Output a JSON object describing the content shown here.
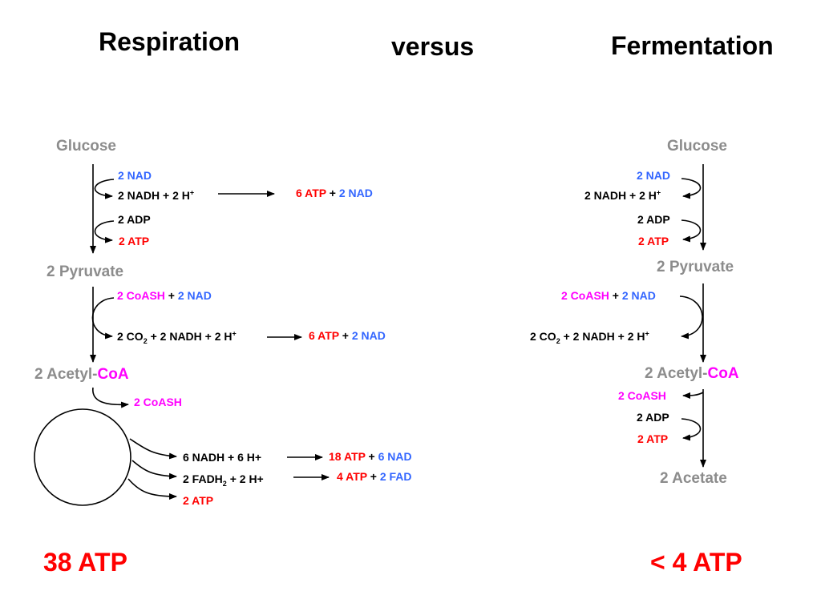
{
  "colors": {
    "atp": "#ff0000",
    "nad": "#3366ff",
    "coash": "#ff00ff",
    "node": "#8c8c8c",
    "text": "#000000"
  },
  "headings": {
    "respiration": "Respiration",
    "versus": "versus",
    "fermentation": "Fermentation"
  },
  "respiration": {
    "glucose": "Glucose",
    "nad_in": "2 NAD",
    "nadh_out": "2 NADH + 2 H",
    "nadh_sup": "+",
    "nadh_yield_atp": "6 ATP",
    "nadh_yield_plus": "+",
    "nadh_yield_nad": "2 NAD",
    "adp": "2 ADP",
    "atp": "2 ATP",
    "pyruvate": "2 Pyruvate",
    "coash_in": "2 CoASH",
    "coash_plus": "+",
    "coash_nad": "2 NAD",
    "co2_a": "2 CO",
    "co2_sub": "2",
    "co2_b": " + 2 NADH + 2 H",
    "co2_sup": "+",
    "co2_yield_atp": "6 ATP",
    "co2_yield_plus": "+",
    "co2_yield_nad": "2 NAD",
    "acetyl_prefix": "2 Acetyl-",
    "acetyl_coa": "CoA",
    "coash_out": "2 CoASH",
    "cycle_nadh": "6 NADH + 6 H+",
    "cycle_nadh_atp": "18 ATP",
    "cycle_nadh_plus": "+",
    "cycle_nadh_nad": "6 NAD",
    "cycle_fadh_a": "2 FADH",
    "cycle_fadh_sub": "2",
    "cycle_fadh_b": " + 2 H+",
    "cycle_fadh_atp": "4 ATP",
    "cycle_fadh_plus": "+",
    "cycle_fadh_fad": "2 FAD",
    "cycle_atp": "2 ATP",
    "total": "38 ATP"
  },
  "fermentation": {
    "glucose": "Glucose",
    "nad_in": "2 NAD",
    "nadh_out": "2 NADH + 2 H",
    "nadh_sup": "+",
    "adp": "2 ADP",
    "atp": "2 ATP",
    "pyruvate": "2 Pyruvate",
    "coash_in": "2 CoASH",
    "coash_plus": "+",
    "coash_nad": "2 NAD",
    "co2_a": "2 CO",
    "co2_sub": "2",
    "co2_b": " + 2 NADH + 2 H",
    "co2_sup": "+",
    "acetyl_prefix": "2 Acetyl-",
    "acetyl_coa": "CoA",
    "coash_out": "2 CoASH",
    "adp2": "2 ADP",
    "atp2": "2 ATP",
    "acetate": "2 Acetate",
    "total": "< 4 ATP"
  }
}
